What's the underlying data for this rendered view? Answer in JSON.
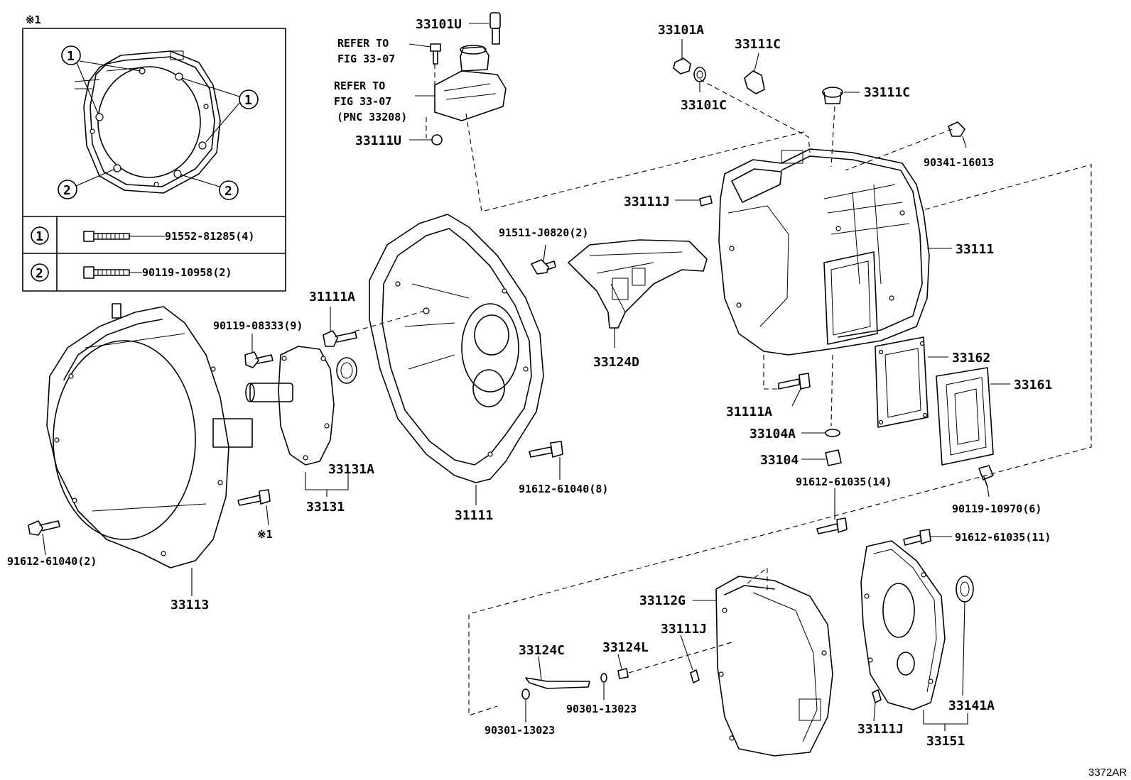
{
  "diagram": {
    "figure_code": "3372AR",
    "inset": {
      "note_mark": "※1",
      "callout_1": "1",
      "callout_2": "2",
      "legend": [
        {
          "key": "1",
          "part": "91552-81285(4)"
        },
        {
          "key": "2",
          "part": "90119-10958(2)"
        }
      ]
    },
    "labels": {
      "p33101U": "33101U",
      "refer1_a": "REFER TO",
      "refer1_b": "FIG 33-07",
      "refer2_a": "REFER TO",
      "refer2_b": "FIG 33-07",
      "pnc": "(PNC 33208)",
      "p33111U": "33111U",
      "p33101A": "33101A",
      "p33101C": "33101C",
      "p33111C_a": "33111C",
      "p33111C_b": "33111C",
      "p90341": "90341-16013",
      "p33111J_a": "33111J",
      "p33111": "33111",
      "p33162": "33162",
      "p33161": "33161",
      "p91511": "91511-J0820(2)",
      "p33124D": "33124D",
      "p31111A_a": "31111A",
      "p90119_08333": "90119-08333(9)",
      "p33131A": "33131A",
      "p33131": "33131",
      "p31111": "31111",
      "p91612_8": "91612-61040(8)",
      "p31111A_b": "31111A",
      "p33104A": "33104A",
      "p33104": "33104",
      "p91612_14": "91612-61035(14)",
      "p90119_10970": "90119-10970(6)",
      "p91612_11": "91612-61035(11)",
      "p91612_2": "91612-61040(2)",
      "p33113": "33113",
      "note_mark2": "※1",
      "p33112G": "33112G",
      "p33111J_b": "33111J",
      "p33124C": "33124C",
      "p33124L": "33124L",
      "p90301_a": "90301-13023",
      "p90301_b": "90301-13023",
      "p33141A": "33141A",
      "p33111J_c": "33111J",
      "p33151": "33151"
    }
  }
}
